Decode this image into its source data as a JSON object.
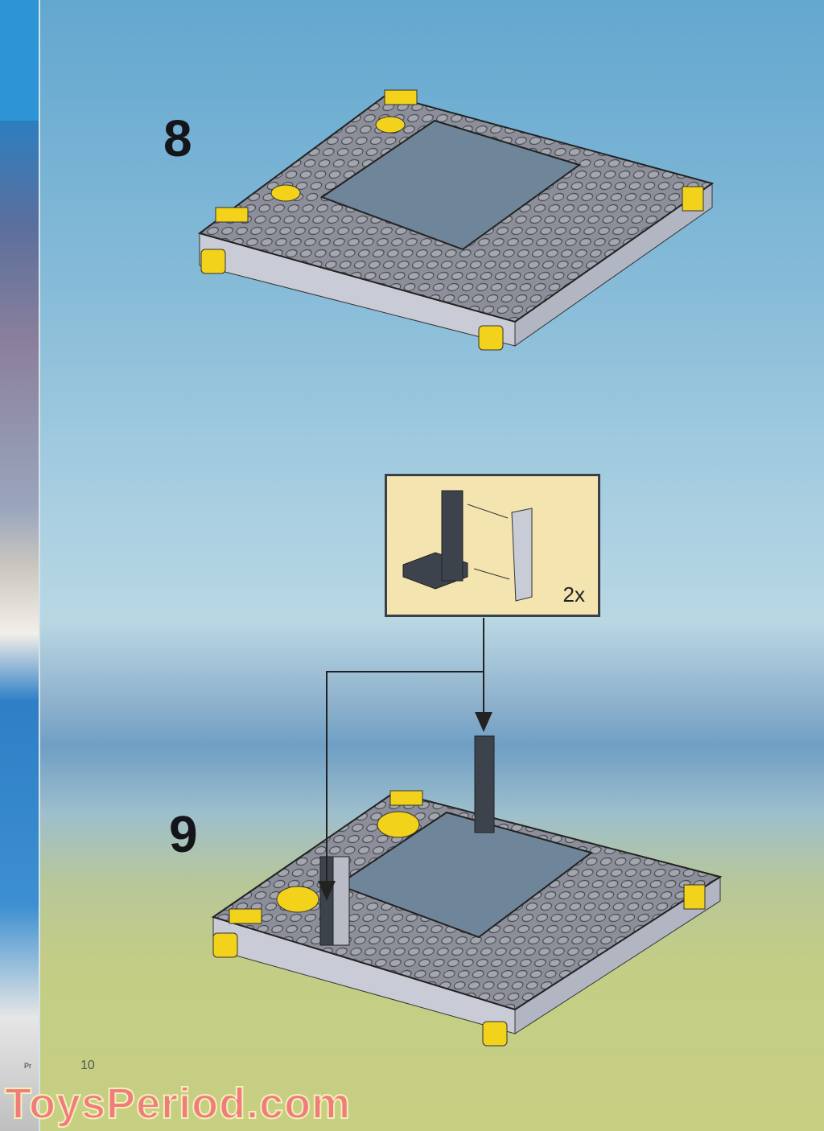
{
  "steps": [
    {
      "number": "8"
    },
    {
      "number": "9"
    }
  ],
  "callout": {
    "quantity": "2x"
  },
  "page_number": "10",
  "side_text": "Pr",
  "watermark": "ToysPeriod.com",
  "colors": {
    "plate": "#8c8f99",
    "stud": "#a3a6ae",
    "yellow": "#f2d21a",
    "dark": "#3d434d",
    "callout_bg": "#f4e4b0",
    "watermark": "#f07c7c"
  }
}
